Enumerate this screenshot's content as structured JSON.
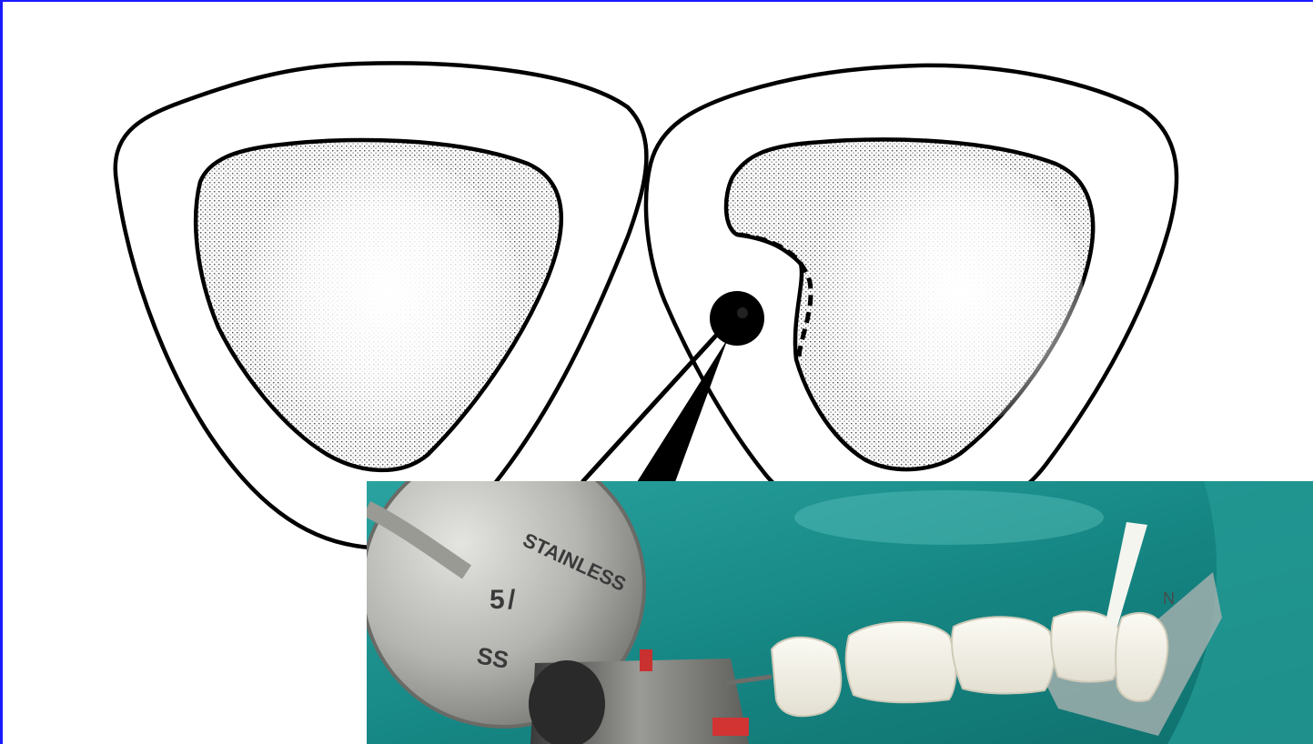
{
  "colors": {
    "frame": "#1a1aff",
    "outline": "#000000",
    "pulp_stipple": "#555555",
    "photo_background": "#1f8f8c",
    "tooth": "#f1efe6",
    "mirror": "#b9b9b5"
  },
  "diagram": {
    "teeth_count": 2,
    "icons": [
      "tooth-cross-section",
      "round-bur",
      "outline-dashed"
    ]
  },
  "photo": {
    "mirror_engraving": [
      "STAINLESS",
      "5",
      "/",
      "SS"
    ],
    "matrix_mark": "N"
  }
}
